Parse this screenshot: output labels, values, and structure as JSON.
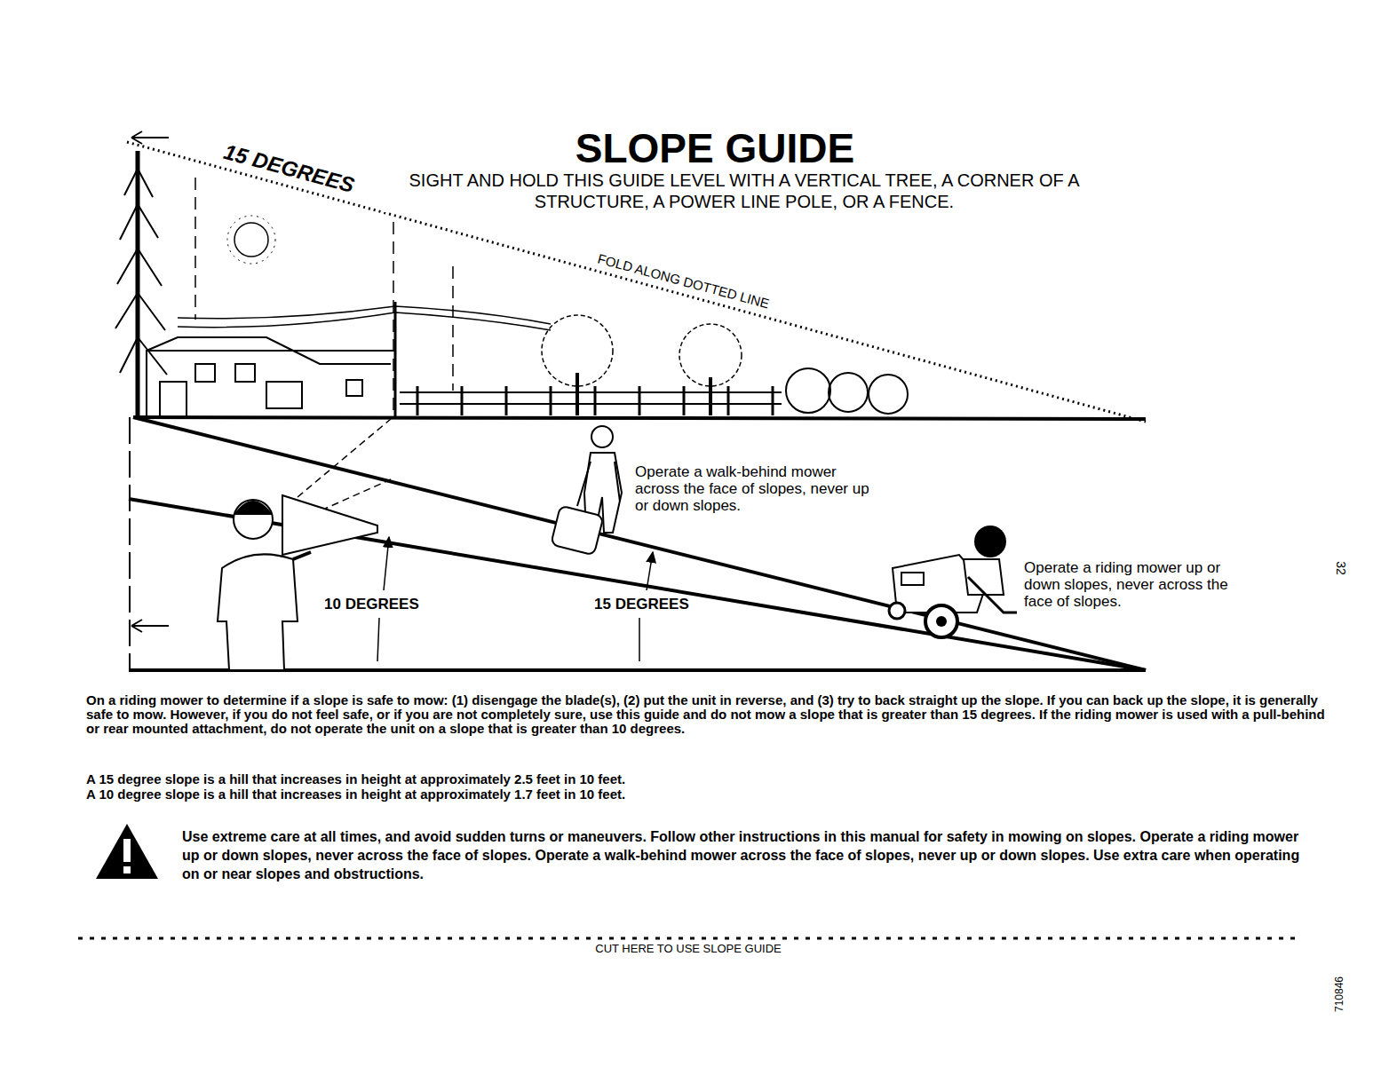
{
  "diagram": {
    "title": "SLOPE GUIDE",
    "labels": [
      "15 DEGREES",
      "SIGHT AND HOLD THIS GUIDE LEVEL WITH A VERTICAL TREE, A CORNER OF A STRUCTURE, A POWER LINE POLE, OR A FENCE.",
      "FOLD ALONG DOTTED LINE",
      "Operate a walk-behind mower across the face of slopes, never up or down slopes.",
      "Operate a riding mower up or down slopes, never across the face of slopes.",
      "10 DEGREES",
      "15 DEGREES",
      "On a riding mower to determine if a slope is safe to mow: (1) disengage the blade(s), (2) put the unit in reverse, and (3) try to back straight up the slope. If you can back up the slope, it is generally safe to mow. However, if you do not feel safe, or if you are not completely sure, use this guide and do not mow a slope that is greater than 15 degrees. If the riding mower is used with a pull-behind or rear mounted attachment, do not operate the unit on a slope that is greater than 10 degrees.",
      "A 15 degree slope is a hill that increases in height at approximately 2.5 feet in 10 feet.",
      "A 10 degree slope is a hill that increases in height at approximately 1.7 feet in 10 feet.",
      "Use extreme care at all times, and avoid sudden turns or maneuvers. Follow other instructions in this manual for safety in mowing on slopes. Operate a riding mower up or down slopes, never across the face of slopes. Operate a walk-behind mower across the face of slopes, never up or down slopes. Use extra care when operating on or near slopes and obstructions.",
      "CUT HERE TO USE SLOPE GUIDE",
      "32",
      "710846"
    ]
  }
}
